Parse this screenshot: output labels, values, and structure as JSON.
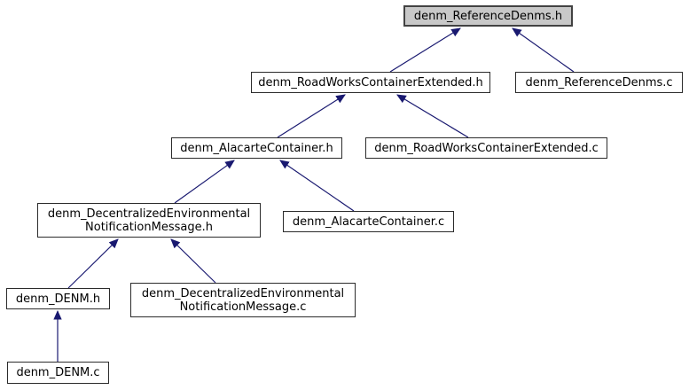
{
  "diagram": {
    "kind": "doxygen-included-by-dependency-graph",
    "root_file": "denm_ReferenceDenms.h",
    "colors": {
      "arrow": "#191970",
      "node_fill": "#ffffff",
      "node_border": "#2b2b2b",
      "highlight_fill": "#c8c8c8",
      "highlight_border": "#424242",
      "background": "#ffffff",
      "text": "#000000"
    },
    "nodes": [
      {
        "label": "denm_ReferenceDenms.h",
        "highlighted": true
      },
      {
        "label": "denm_RoadWorksContainerExtended.h",
        "highlighted": false
      },
      {
        "label": "denm_ReferenceDenms.c",
        "highlighted": false
      },
      {
        "label": "denm_AlacarteContainer.h",
        "highlighted": false
      },
      {
        "label": "denm_RoadWorksContainerExtended.c",
        "highlighted": false
      },
      {
        "label": "denm_DecentralizedEnvironmentalNotificationMessage.h",
        "line1": "denm_DecentralizedEnvironmental",
        "line2": "NotificationMessage.h",
        "highlighted": false
      },
      {
        "label": "denm_AlacarteContainer.c",
        "highlighted": false
      },
      {
        "label": "denm_DENM.h",
        "highlighted": false
      },
      {
        "label": "denm_DecentralizedEnvironmentalNotificationMessage.c",
        "line1": "denm_DecentralizedEnvironmental",
        "line2": "NotificationMessage.c",
        "highlighted": false
      },
      {
        "label": "denm_DENM.c",
        "highlighted": false
      }
    ],
    "edges": [
      {
        "from": "denm_RoadWorksContainerExtended.h",
        "to": "denm_ReferenceDenms.h"
      },
      {
        "from": "denm_ReferenceDenms.c",
        "to": "denm_ReferenceDenms.h"
      },
      {
        "from": "denm_AlacarteContainer.h",
        "to": "denm_RoadWorksContainerExtended.h"
      },
      {
        "from": "denm_RoadWorksContainerExtended.c",
        "to": "denm_RoadWorksContainerExtended.h"
      },
      {
        "from": "denm_DecentralizedEnvironmentalNotificationMessage.h",
        "to": "denm_AlacarteContainer.h"
      },
      {
        "from": "denm_AlacarteContainer.c",
        "to": "denm_AlacarteContainer.h"
      },
      {
        "from": "denm_DENM.h",
        "to": "denm_DecentralizedEnvironmentalNotificationMessage.h"
      },
      {
        "from": "denm_DecentralizedEnvironmentalNotificationMessage.c",
        "to": "denm_DecentralizedEnvironmentalNotificationMessage.h"
      },
      {
        "from": "denm_DENM.c",
        "to": "denm_DENM.h"
      }
    ]
  }
}
